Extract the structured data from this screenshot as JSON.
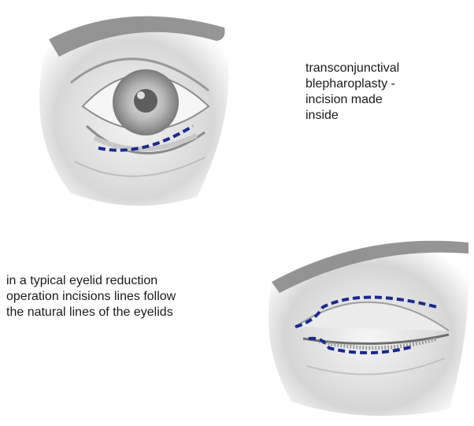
{
  "captions": {
    "top_lines": [
      "transconjunctival",
      "blepharoplasty -",
      "incision made",
      "inside"
    ],
    "bottom_lines": [
      "in a typical eyelid reduction",
      "operation incisions lines follow",
      "the natural lines of the eyelids"
    ]
  },
  "colors": {
    "incision": "#1c2a8c",
    "skin_shadow": "#9a9a9a",
    "brow": "#8a8a8a",
    "iris": "#b4b4b4",
    "pupil": "#5e5e5e"
  },
  "icons": {
    "top_figure": "open-eye-illustration",
    "bottom_figure": "closed-eye-illustration"
  }
}
